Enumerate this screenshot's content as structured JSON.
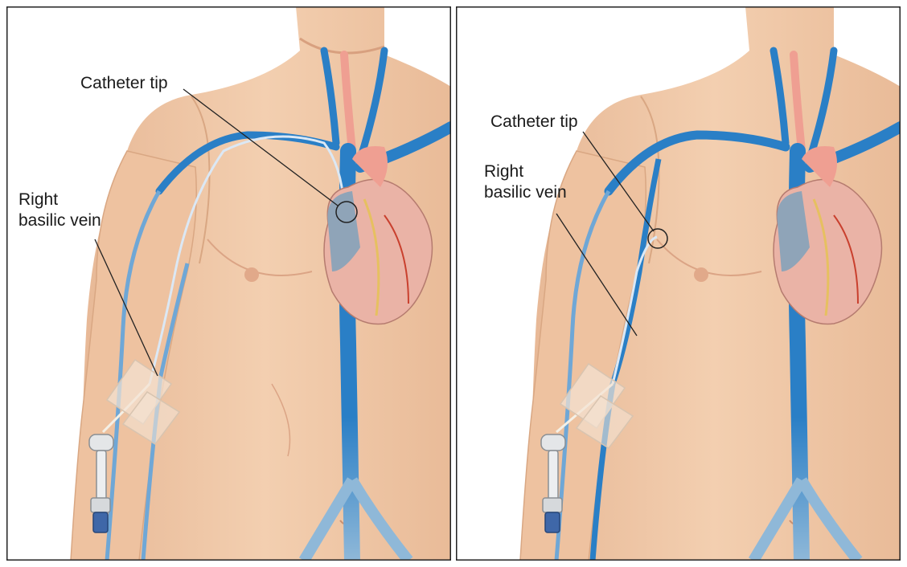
{
  "panels": [
    {
      "id": "left",
      "labels": {
        "catheter_tip": "Catheter tip",
        "vein_line1": "Right",
        "vein_line2": "basilic vein"
      }
    },
    {
      "id": "right",
      "labels": {
        "catheter_tip": "Catheter tip",
        "vein_line1": "Right",
        "vein_line2": "basilic vein"
      }
    }
  ],
  "colors": {
    "skin": "#f1c8a6",
    "skin_shadow": "#dca684",
    "vein": "#2a7fc6",
    "vein_light": "#86b9e2",
    "heart": "#e8aaa0",
    "artery": "#ef9f92",
    "border": "#222222"
  }
}
